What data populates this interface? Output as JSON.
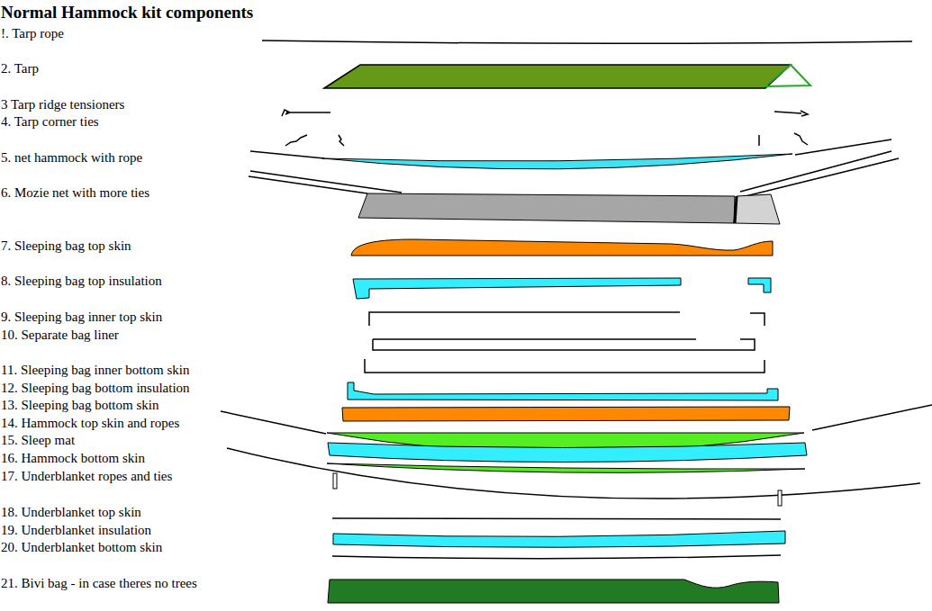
{
  "diagram": {
    "title": "Normal Hammock kit components",
    "labels": [
      "!. Tarp rope",
      "2. Tarp",
      "3 Tarp ridge tensioners",
      "4. Tarp corner ties",
      "5. net hammock with rope",
      "6. Mozie net with more ties",
      "7. Sleeping bag top skin",
      "8. Sleeping bag top insulation",
      "9. Sleeping bag inner top skin",
      "10. Separate bag liner",
      "11. Sleeping bag inner bottom skin",
      "12. Sleeping bag bottom insulation",
      "13. Sleeping bag bottom skin",
      "14. Hammock top skin and ropes",
      "15. Sleep mat",
      "16. Hammock bottom skin",
      "17. Underblanket ropes and ties",
      "18. Underblanket top skin",
      "19. Underblanket insulation",
      "20. Underblanket bottom skin",
      "21. Bivi bag - in case theres no trees"
    ]
  }
}
